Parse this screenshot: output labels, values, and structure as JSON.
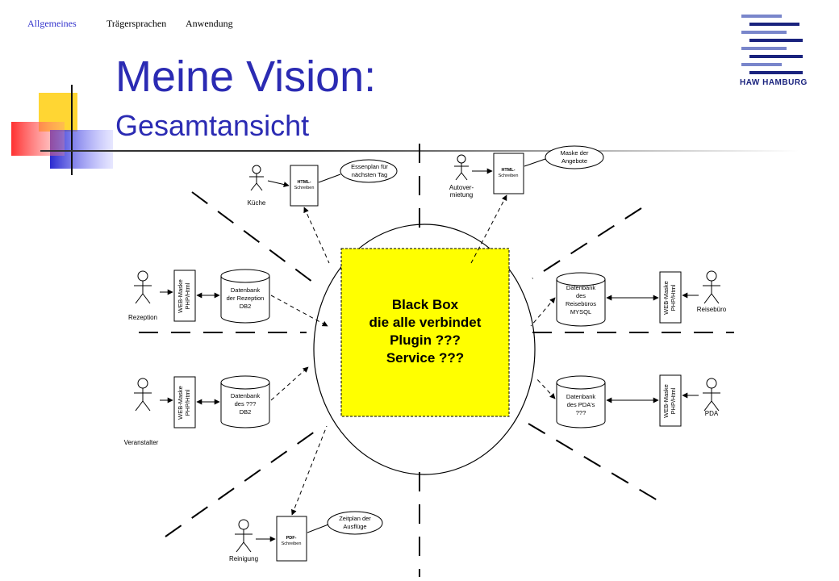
{
  "nav": {
    "item1": "Allgemeines",
    "item2": "Trägersprachen",
    "item3": "Anwendung"
  },
  "title": {
    "main": "Meine Vision:",
    "sub": "Gesamtansicht"
  },
  "logo": {
    "text": "HAW HAMBURG"
  },
  "colors": {
    "title": "#2b2bb3",
    "nav_active": "#3333cc",
    "black_box_fill": "#ffff00",
    "logo_dark": "#1a237e",
    "logo_light": "#7986cb"
  },
  "diagram": {
    "black_box": {
      "line1": "Black Box",
      "line2": "die alle verbindet",
      "line3": "Plugin ???",
      "line4": "Service ???"
    },
    "actors": {
      "kueche": "Küche",
      "autovermietung_1": "Autover-",
      "autovermietung_2": "mietung",
      "rezeption": "Rezeption",
      "reisebuero": "Reisebüro",
      "veranstalter": "Veranstalter",
      "pda": "PDA",
      "reinigung": "Reinigung"
    },
    "docs": {
      "html_kueche_1": "HTML-",
      "html_kueche_2": "Schreiben",
      "html_auto_1": "HTML-",
      "html_auto_2": "Schreiben",
      "pdf_1": "PDF-",
      "pdf_2": "Schreiben"
    },
    "masks": {
      "left_top_1": "WEB-Maske",
      "left_top_2": "PHP/Html",
      "left_bottom_1": "WEB-Maske",
      "left_bottom_2": "PHP/Html",
      "right_top_1": "WEB-Maske",
      "right_top_2": "PHP/Html",
      "right_bottom_1": "WEB-Maske",
      "right_bottom_2": "PHP/Html"
    },
    "databases": {
      "rezeption_1": "Datenbank",
      "rezeption_2": "der Rezeption",
      "rezeption_3": "DB2",
      "veranst_1": "Datenbank",
      "veranst_2": "des ???",
      "veranst_3": "DB2",
      "reise_1": "Datenbank",
      "reise_2": "des",
      "reise_3": "Reisebüros",
      "reise_4": "MYSQL",
      "pda_1": "Datenbank",
      "pda_2": "des PDA's",
      "pda_3": "???"
    },
    "bubbles": {
      "essenplan_1": "Essenplan für",
      "essenplan_2": "nächsten Tag",
      "maske_1": "Maske der",
      "maske_2": "Angebote",
      "zeitplan_1": "Zeitplan der",
      "zeitplan_2": "Ausflüge"
    }
  }
}
